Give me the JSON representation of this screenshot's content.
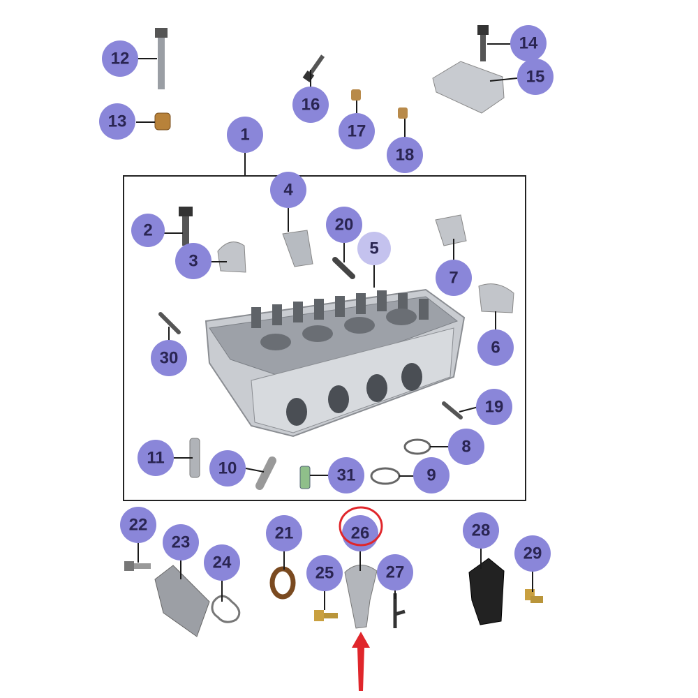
{
  "diagram": {
    "colors": {
      "badge_fill": "#8a86d9",
      "badge_text": "#2a2552",
      "highlight": "#e0262b",
      "frame": "#222222"
    },
    "callouts": [
      {
        "id": "p1",
        "label": "1"
      },
      {
        "id": "p2",
        "label": "2"
      },
      {
        "id": "p3",
        "label": "3"
      },
      {
        "id": "p4",
        "label": "4"
      },
      {
        "id": "p5",
        "label": "5"
      },
      {
        "id": "p6",
        "label": "6"
      },
      {
        "id": "p7",
        "label": "7"
      },
      {
        "id": "p8",
        "label": "8"
      },
      {
        "id": "p9",
        "label": "9"
      },
      {
        "id": "p10",
        "label": "10"
      },
      {
        "id": "p11",
        "label": "11"
      },
      {
        "id": "p12",
        "label": "12"
      },
      {
        "id": "p13",
        "label": "13"
      },
      {
        "id": "p14",
        "label": "14"
      },
      {
        "id": "p15",
        "label": "15"
      },
      {
        "id": "p16",
        "label": "16"
      },
      {
        "id": "p17",
        "label": "17"
      },
      {
        "id": "p18",
        "label": "18"
      },
      {
        "id": "p19",
        "label": "19"
      },
      {
        "id": "p20",
        "label": "20"
      },
      {
        "id": "p21",
        "label": "21"
      },
      {
        "id": "p22",
        "label": "22"
      },
      {
        "id": "p23",
        "label": "23"
      },
      {
        "id": "p24",
        "label": "24"
      },
      {
        "id": "p25",
        "label": "25"
      },
      {
        "id": "p26",
        "label": "26"
      },
      {
        "id": "p27",
        "label": "27"
      },
      {
        "id": "p28",
        "label": "28"
      },
      {
        "id": "p29",
        "label": "29"
      },
      {
        "id": "p30",
        "label": "30"
      },
      {
        "id": "p31",
        "label": "31"
      }
    ],
    "highlighted_part": "26"
  }
}
